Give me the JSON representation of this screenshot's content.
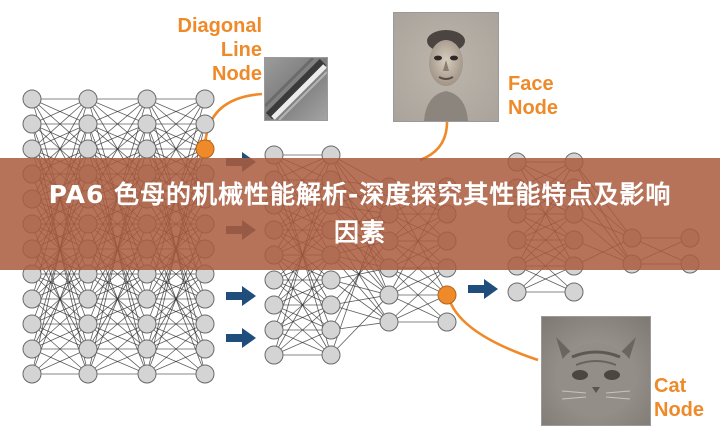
{
  "title": "PA6 色母的机械性能解析-深度探究其性能特点及影响因素",
  "labels": {
    "diagonal_line_node": [
      "Diagonal",
      "Line",
      "Node"
    ],
    "face_node": [
      "Face",
      "Node"
    ],
    "cat_node": [
      "Cat",
      "Node"
    ]
  },
  "icons": {
    "arrow": "right-arrow-icon",
    "neuron": "neuron-node-icon",
    "highlight_neuron": "highlighted-neuron-icon"
  },
  "colors": {
    "accent_orange": "#ee8a2a",
    "arrow_navy": "#1f4e7d",
    "node_gray": "#d4d4d4",
    "node_stroke": "#6a6a6a",
    "edge_color": "#2a2a2a",
    "banner_overlay": "#aa5c3e",
    "title_text": "#ffffff"
  }
}
